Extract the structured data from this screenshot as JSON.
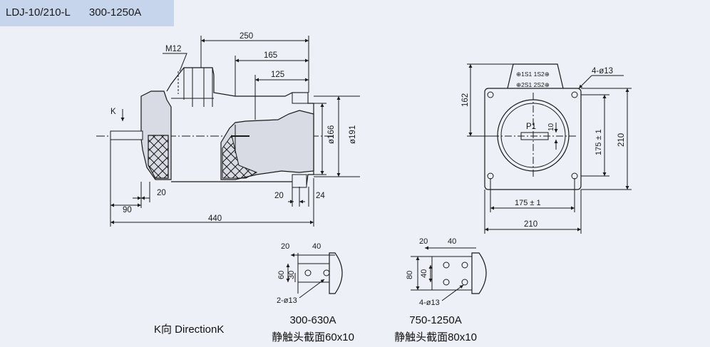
{
  "header": {
    "model": "LDJ-10/210-L",
    "current_range": "300-1250A"
  },
  "side_view": {
    "dim_top_250": "250",
    "dim_top_165": "165",
    "dim_top_125": "125",
    "thread_label": "M12",
    "k_marker": "K",
    "dim_dia_166": "ø166",
    "dim_dia_191": "ø191",
    "dim_20_left": "20",
    "dim_90": "90",
    "dim_440": "440",
    "dim_20_right": "20",
    "dim_24": "24"
  },
  "front_view": {
    "secondary_top": "⊕1S1 1S2⊕",
    "secondary_bottom": "⊕2S1 2S2⊕",
    "dim_162": "162",
    "dim_4_13": "4-ø13",
    "primary_label": "P1",
    "dim_10": "10",
    "dim_175_v": "175 ± 1",
    "dim_210_v": "210",
    "dim_175_h": "175 ± 1",
    "dim_210_h": "210"
  },
  "contact_small": {
    "dim_20": "20",
    "dim_40": "40",
    "dim_60": "60",
    "dim_30": "30",
    "holes": "2-ø13",
    "range": "300-630A",
    "section": "静触头截面60x10"
  },
  "contact_large": {
    "dim_20": "20",
    "dim_40_top": "40",
    "dim_80": "80",
    "dim_40_side": "40",
    "holes": "4-ø13",
    "range": "750-1250A",
    "section": "静触头截面80x10"
  },
  "direction_label": "K向 DirectionK",
  "colors": {
    "header_bg": "#c7d5ec",
    "page_bg": "#eef0f8",
    "line": "#1a1a1a"
  }
}
